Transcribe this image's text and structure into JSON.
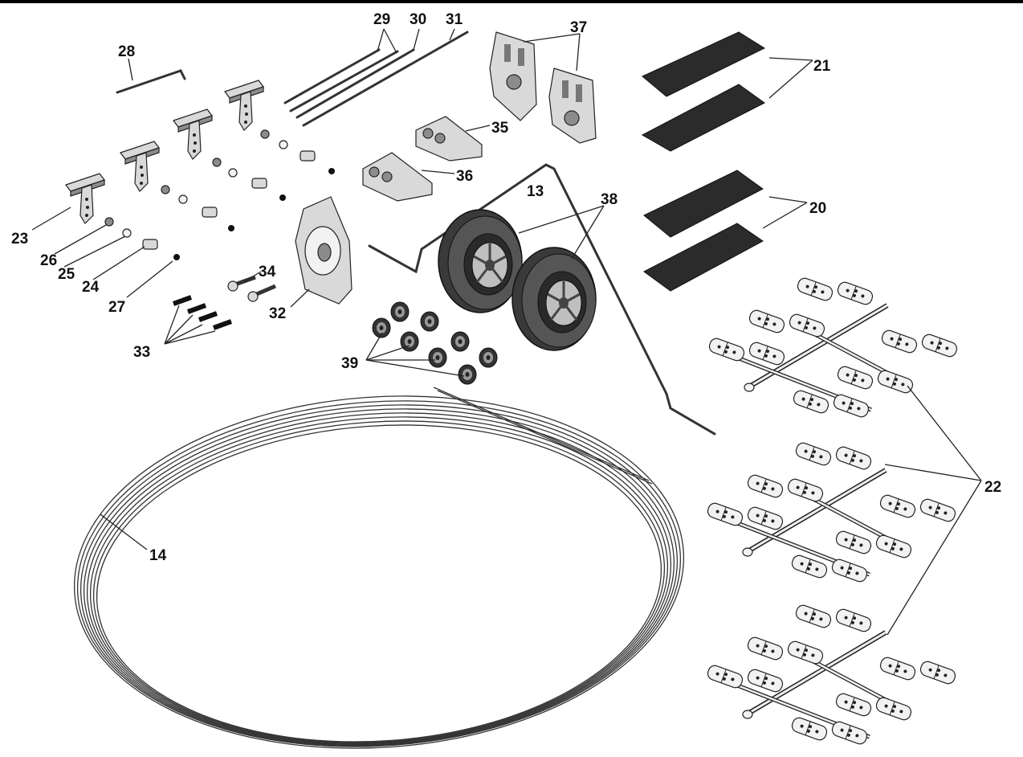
{
  "labels": {
    "l13": "13",
    "l14": "14",
    "l20": "20",
    "l21": "21",
    "l22": "22",
    "l23": "23",
    "l24": "24",
    "l25": "25",
    "l26": "26",
    "l27": "27",
    "l28": "28",
    "l29": "29",
    "l30": "30",
    "l31": "31",
    "l32": "32",
    "l33": "33",
    "l34": "34",
    "l35": "35",
    "l36": "36",
    "l37": "37",
    "l38": "38",
    "l39": "39"
  },
  "colors": {
    "ink": "#111111",
    "rubber": "#2b2b2b",
    "plastic": "#d9d9d9"
  }
}
